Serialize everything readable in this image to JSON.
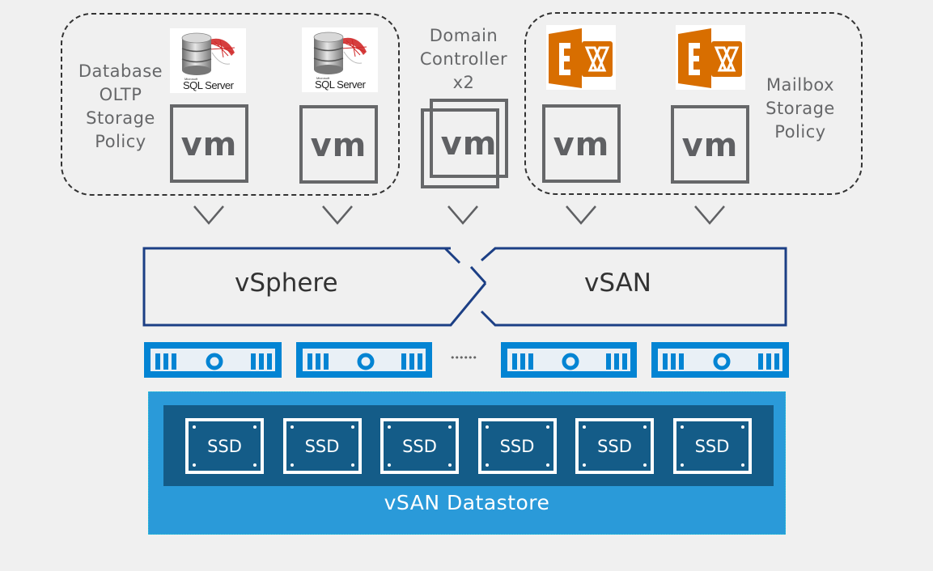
{
  "diagram": {
    "groups": {
      "database": {
        "label": "Database\nOLTP\nStorage\nPolicy",
        "label_lines": [
          "Database",
          "OLTP",
          "Storage",
          "Policy"
        ]
      },
      "domain_controller": {
        "label_lines": [
          "Domain",
          "Controller",
          "x2"
        ]
      },
      "mailbox": {
        "label_lines": [
          "Mailbox",
          "Storage",
          "Policy"
        ]
      }
    },
    "vms": [
      {
        "label": "vm",
        "app": "sql-server",
        "group": "database"
      },
      {
        "label": "vm",
        "app": "sql-server",
        "group": "database"
      },
      {
        "label": "vm",
        "app": "domain-controller",
        "group": "none",
        "count": 2
      },
      {
        "label": "vm",
        "app": "exchange",
        "group": "mailbox"
      },
      {
        "label": "vm",
        "app": "exchange",
        "group": "mailbox"
      }
    ],
    "logos": {
      "sql_server": {
        "brand_small": "Microsoft",
        "brand": "SQL Server",
        "icon": "sql-server-logo"
      },
      "exchange": {
        "letter": "E",
        "icon": "exchange-logo",
        "color": "#d86e00"
      }
    },
    "layers": {
      "vsphere": "vSphere",
      "vsan": "vSAN"
    },
    "servers": {
      "count_shown": 4,
      "ellipsis": "••••••"
    },
    "datastore": {
      "label": "vSAN Datastore",
      "disks": [
        "SSD",
        "SSD",
        "SSD",
        "SSD",
        "SSD",
        "SSD"
      ]
    },
    "colors": {
      "background": "#f0f0f0",
      "vm_gray": "#666769",
      "layer_border": "#1c3f85",
      "server_blue": "#0384d3",
      "datastore_blue": "#2a9ad9",
      "ssd_tray": "#145c88",
      "exchange_orange": "#d86e00",
      "sql_red": "#cc2229"
    }
  }
}
